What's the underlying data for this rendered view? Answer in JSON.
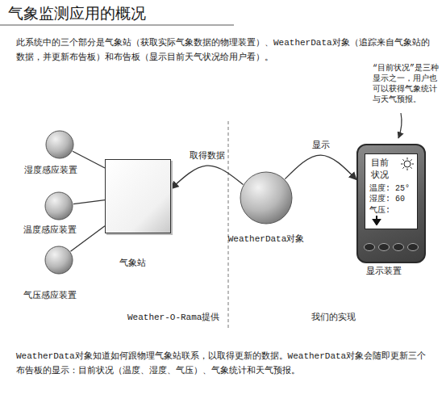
{
  "diagram": {
    "title": "气象监测应用的概况",
    "caption": "WeatherData对象知道如何跟物理气象站联系，以取得更新的数据。WeatherData对象会随即更新三个布告板的显示：目前状况（温度、湿度、气压）、气象统计和天气预报。",
    "nodes": [
      {
        "text": [
          "湿度感应装置"
        ]
      },
      {
        "text": [
          "温度感应装置"
        ]
      },
      {
        "text": [
          "气压感应装置"
        ]
      },
      {
        "text": [
          "气象站"
        ]
      },
      {
        "text": [
          "WeatherData对象"
        ]
      },
      {
        "text": [
          "目前 状况",
          "温度: 25°",
          "湿度: 60",
          "气压:",
          "显示装置"
        ]
      }
    ],
    "edges": [
      {
        "from": 0,
        "to": 3,
        "arrow": "none"
      },
      {
        "from": 1,
        "to": 3,
        "arrow": "none"
      },
      {
        "from": 2,
        "to": 3,
        "arrow": "none"
      },
      {
        "from": 4,
        "to": 3,
        "label": "取得数据",
        "arrow": "to"
      },
      {
        "from": 4,
        "to": 5,
        "label": "显示",
        "arrow": "to"
      }
    ],
    "labels": [
      "此系统中的三个部分是气象站（获取实际气象数据的物理装置）、WeatherData对象（追踪来自气象站的数据，并更新布告板）和布告板（显示目前天气状况给用户看）。",
      "“目前状况”是三种显示之一，用户也可以获得气象统计与天气预报。",
      "Weather-O-Rama提供",
      "我们的实现"
    ]
  }
}
